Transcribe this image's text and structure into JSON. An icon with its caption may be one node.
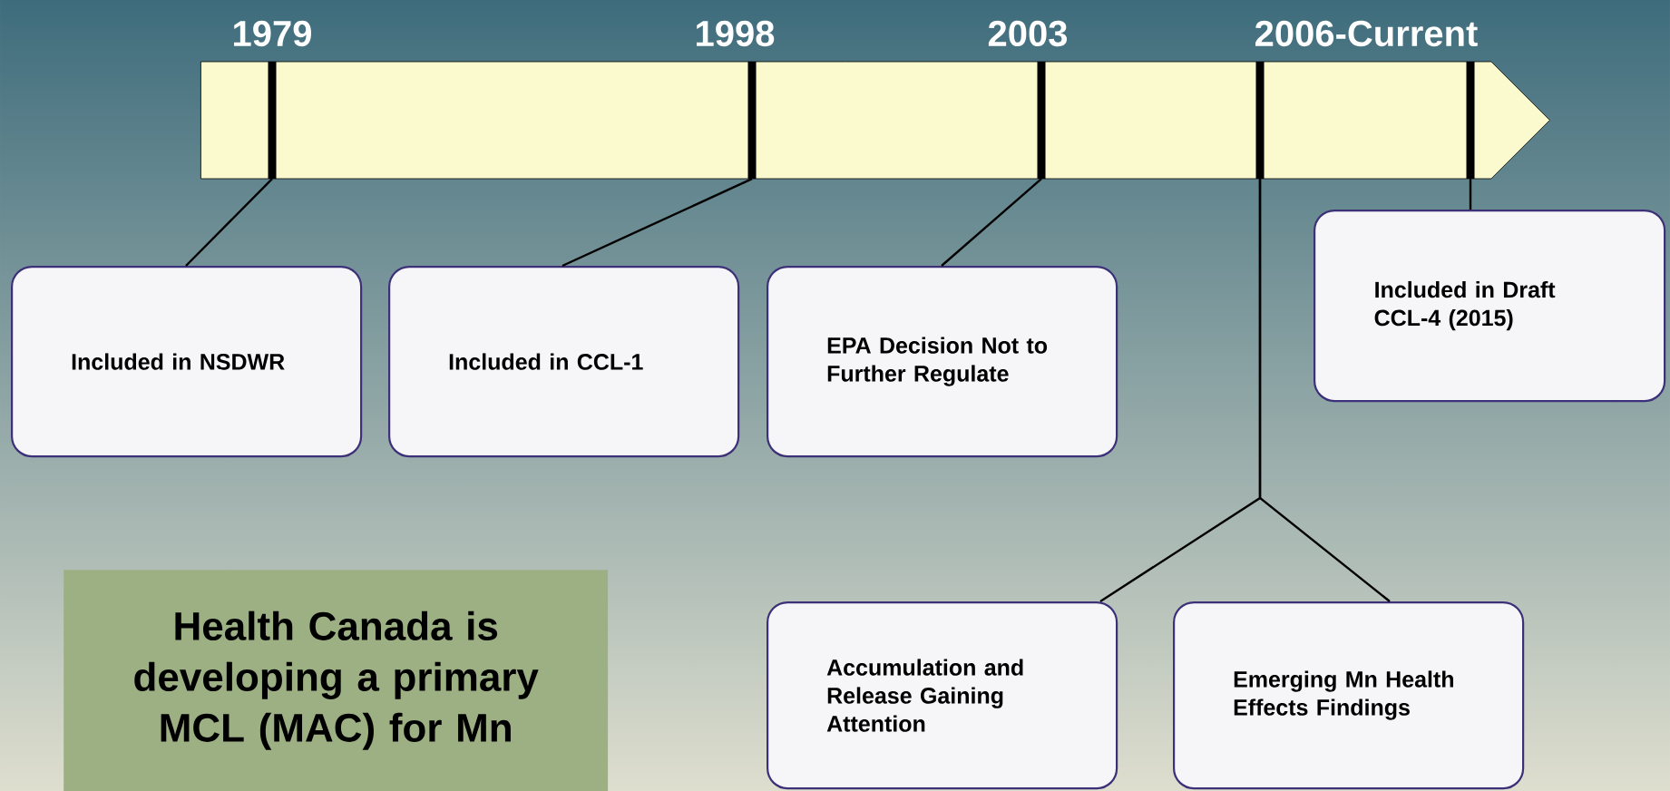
{
  "diagram": {
    "nodes": [
      {
        "text": [],
        "shape": "arrow"
      },
      {
        "text": [],
        "shape": "bar",
        "in": 0
      },
      {
        "text": [],
        "shape": "bar",
        "in": 0
      },
      {
        "text": [],
        "shape": "bar",
        "in": 0
      },
      {
        "text": [],
        "shape": "bar",
        "in": 0
      },
      {
        "text": [],
        "shape": "bar",
        "in": 0
      },
      {
        "text": [
          "Included in NSDWR"
        ]
      },
      {
        "text": [
          "Included in CCL-1"
        ]
      },
      {
        "text": [
          "EPA Decision Not to Further Regulate"
        ]
      },
      {
        "text": [
          "Included in Draft CCL-4 (2015)"
        ]
      },
      {
        "text": [
          "Accumulation and Release Gaining Attention"
        ]
      },
      {
        "text": [
          "Emerging Mn Health Effects Findings"
        ]
      },
      {
        "text": [
          "Health Canada is developing a primary MCL (MAC) for Mn"
        ]
      }
    ],
    "edges": [
      {
        "from": 1,
        "to": 6,
        "arrow": "none"
      },
      {
        "from": 2,
        "to": 7,
        "arrow": "none"
      },
      {
        "from": 3,
        "to": 8,
        "arrow": "none"
      },
      {
        "from": 4,
        "to": 10,
        "arrow": "none"
      },
      {
        "from": 4,
        "to": 11,
        "arrow": "none"
      },
      {
        "from": 5,
        "to": 9,
        "arrow": "none"
      }
    ],
    "labels": [
      "1979",
      "1998",
      "2003",
      "2006-Current"
    ]
  }
}
